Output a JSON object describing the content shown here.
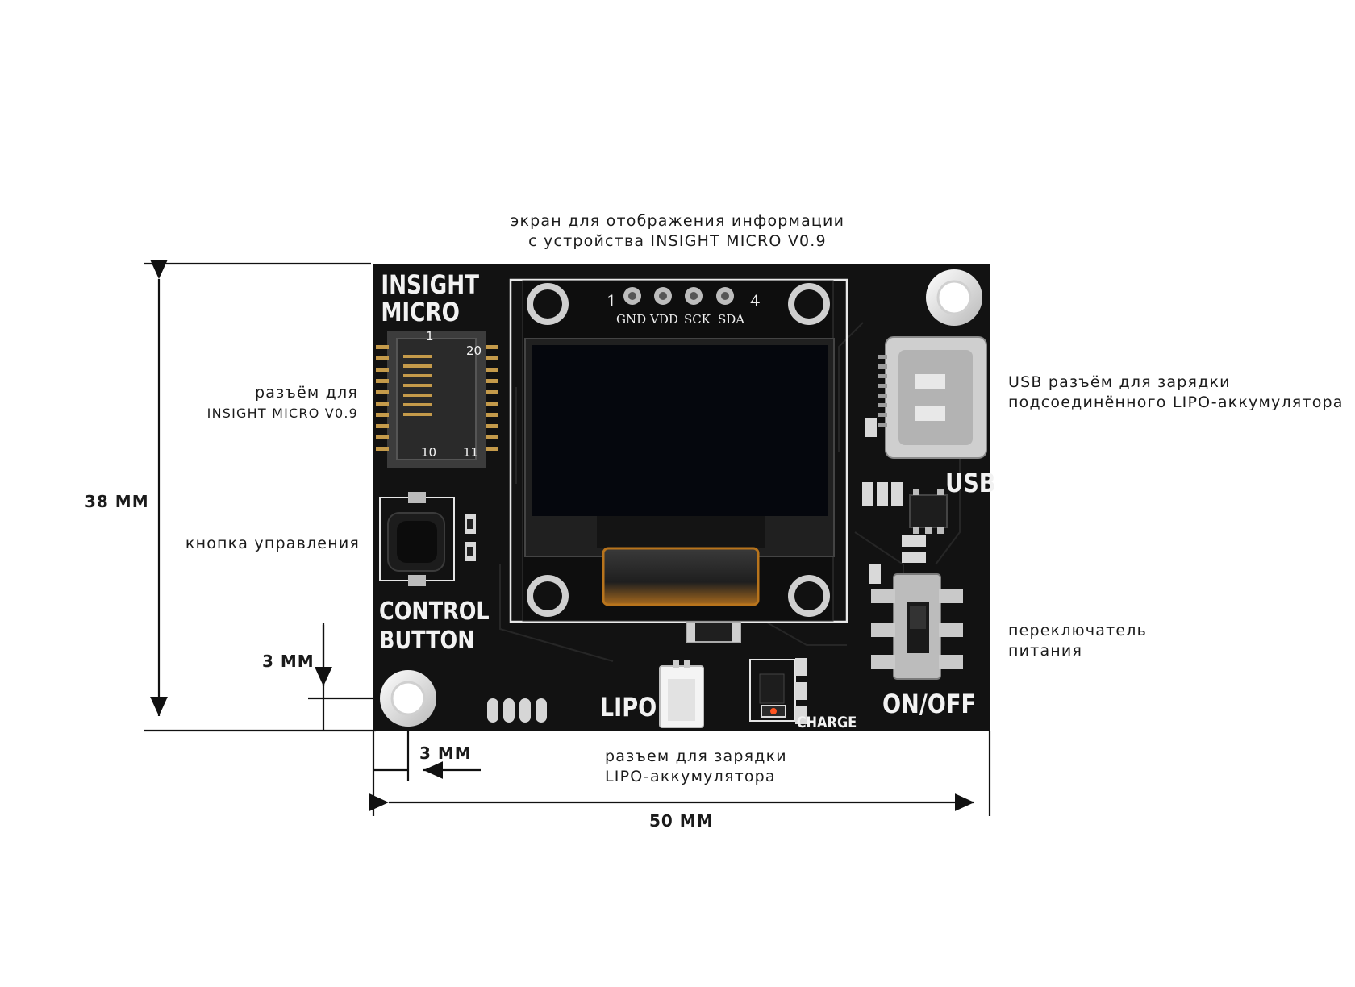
{
  "labels": {
    "screen_line1": "экран для отображения информации",
    "screen_line2": "с устройства INSIGHT MICRO V0.9",
    "connector_line1": "разъём для",
    "connector_line2": "INSIGHT MICRO V0.9",
    "button": "кнопка управления",
    "usb_line1": "USB разъём для зарядки",
    "usb_line2": "подсоединённого LIPO-аккумулятора",
    "switch_line1": "переключатель",
    "switch_line2": "питания",
    "lipo_line1": "разъем для зарядки",
    "lipo_line2": "LIPO-аккумулятора"
  },
  "dimensions": {
    "height": "38 ММ",
    "width": "50 ММ",
    "offset_y": "3 ММ",
    "offset_x": "3 ММ"
  },
  "board": {
    "silk_insight": "INSIGHT",
    "silk_micro": "MICRO",
    "silk_control": "CONTROL",
    "silk_button": "BUTTON",
    "silk_usb": "USB",
    "silk_onoff": "ON/OFF",
    "silk_lipo": "LIPO",
    "silk_charge": "CHARGE",
    "pin_first": "1",
    "pin_last": "4",
    "pin_gnd": "GND",
    "pin_vdd": "VDD",
    "pin_sck": "SCK",
    "pin_sda": "SDA",
    "fpc_1": "1",
    "fpc_20": "20",
    "fpc_10": "10",
    "fpc_11": "11"
  },
  "colors": {
    "pcb": "#121212",
    "silkscreen": "#f2f2f2",
    "oled": "#05070d",
    "flex_cable": "#b8741c",
    "line": "#111111"
  }
}
